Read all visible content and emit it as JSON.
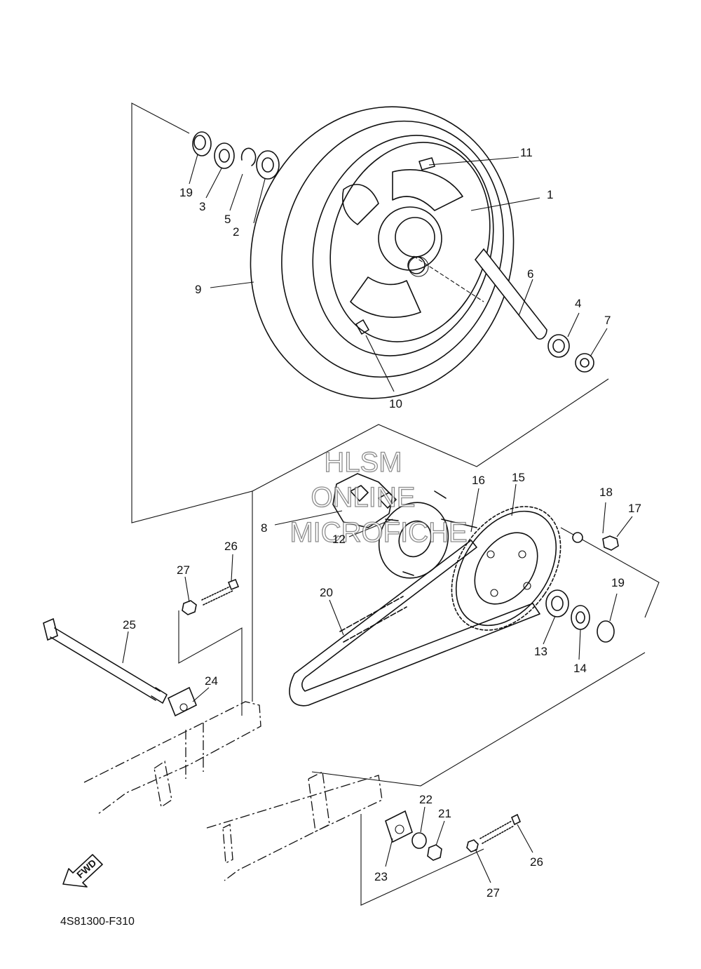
{
  "diagram_code": "4S81300-F310",
  "fwd_label": "FWD",
  "watermark": {
    "line1": "HLSM",
    "line2": "ONLINE",
    "line3": "MICROFICHE"
  },
  "callouts": {
    "c1": "1",
    "c2": "2",
    "c3": "3",
    "c4": "4",
    "c5": "5",
    "c6": "6",
    "c7": "7",
    "c8": "8",
    "c9": "9",
    "c10": "10",
    "c11": "11",
    "c12": "12",
    "c13": "13",
    "c14": "14",
    "c15": "15",
    "c16": "16",
    "c17": "17",
    "c18": "18",
    "c19a": "19",
    "c19b": "19",
    "c20": "20",
    "c21": "21",
    "c22": "22",
    "c23": "23",
    "c24": "24",
    "c25": "25",
    "c26a": "26",
    "c26b": "26",
    "c27a": "27",
    "c27b": "27"
  }
}
